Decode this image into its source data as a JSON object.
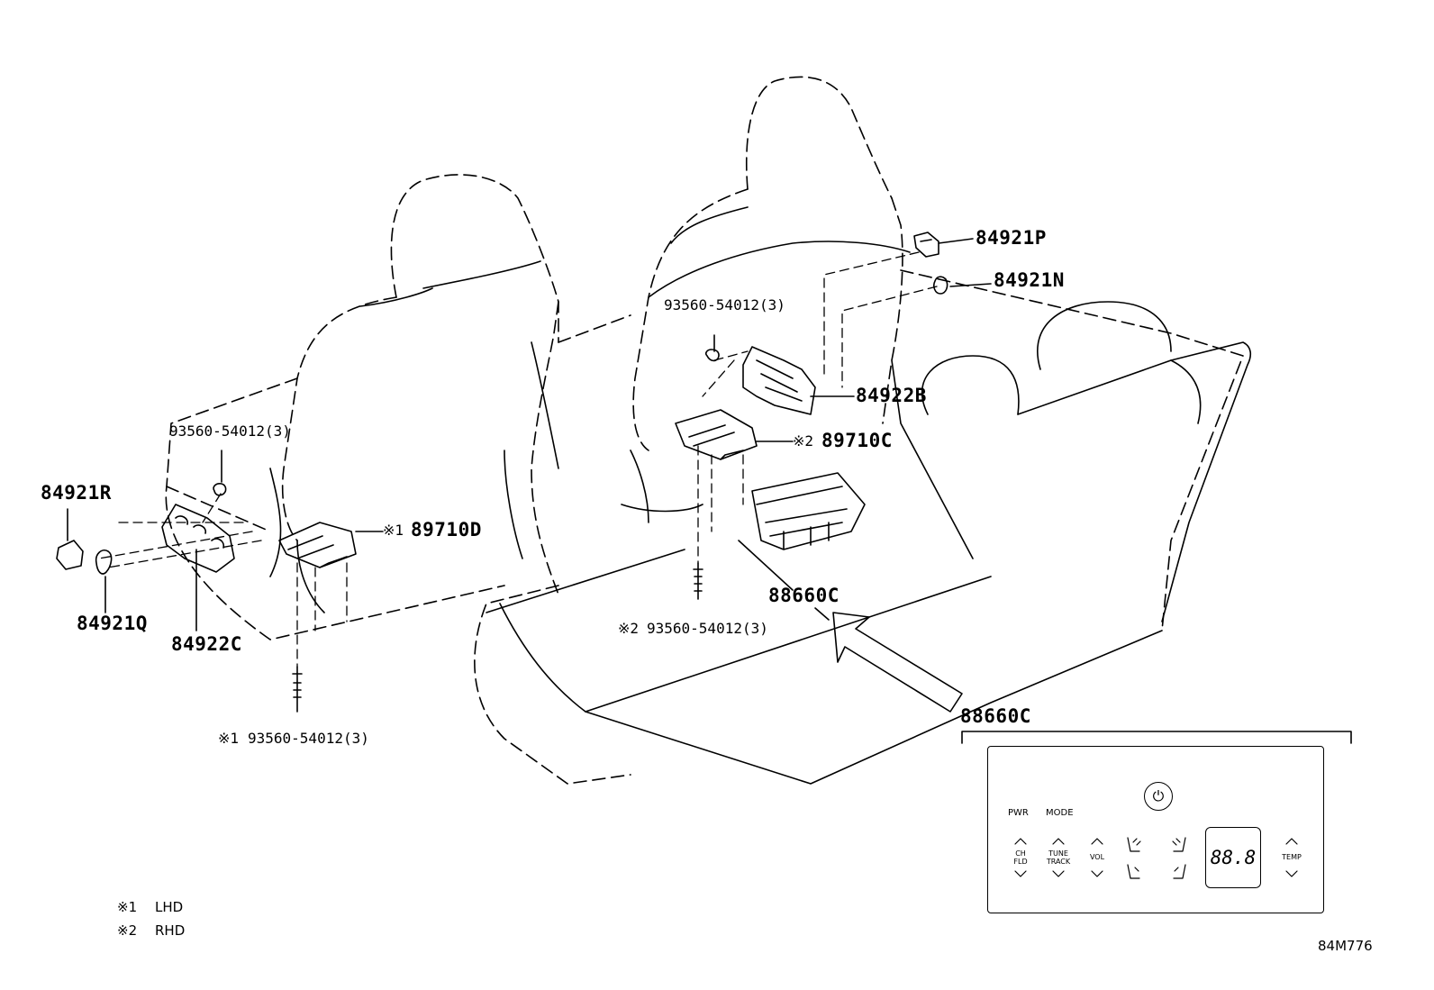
{
  "labels": {
    "p84921P": "84921P",
    "p84921N": "84921N",
    "p84922B": "84922B",
    "p89710C": "89710C",
    "p89710C_mark": "※2",
    "bolt_right_top": "93560-54012(3)",
    "bolt_left_top": "93560-54012(3)",
    "p84921R": "84921R",
    "p89710D": "89710D",
    "p89710D_mark": "※1",
    "p84921Q": "84921Q",
    "p84922C": "84922C",
    "p88660C": "88660C",
    "bolt_mid_mark": "※2",
    "bolt_mid": "93560-54012(3)",
    "bolt_left_bottom_mark": "※1",
    "bolt_left_bottom": "93560-54012(3)",
    "p88660C_detail": "88660C"
  },
  "legend": [
    {
      "mark": "※1",
      "text": "LHD"
    },
    {
      "mark": "※2",
      "text": "RHD"
    }
  ],
  "figure_id": "84M776",
  "panel": {
    "pwr": "PWR",
    "mode": "MODE",
    "ch_fld": "CH\nFLD",
    "tune_track": "TUNE\nTRACK",
    "vol": "VOL",
    "temp": "TEMP",
    "display": "88.8",
    "power_icon": "power-icon",
    "seat_heat_icon": "seat-heater-icon"
  }
}
